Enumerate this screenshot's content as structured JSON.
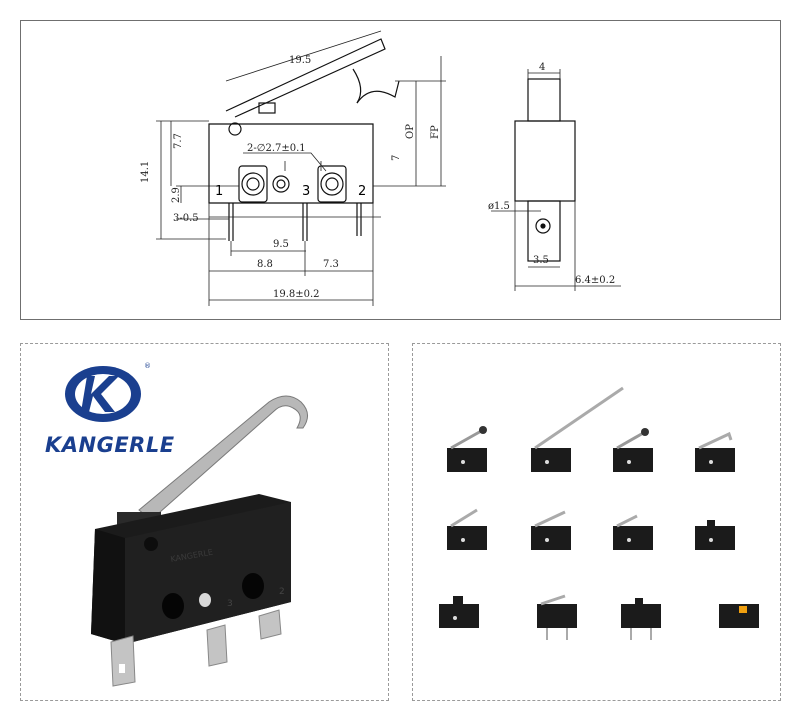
{
  "technical_drawing": {
    "dimensions": {
      "lever_length": "19.5",
      "height_total": "14.1",
      "upper_height": "7.7",
      "terminal_height": "2.9",
      "terminal_offset": "3-0.5",
      "inner_height": "7",
      "op_label": "OP",
      "fp_label": "FP",
      "hole_callout": "2-∅2.7±0.1",
      "terminal_pitch_outer": "9.5",
      "left_span": "8.8",
      "right_span": "7.3",
      "body_length": "19.8±0.2",
      "side_top_width": "4",
      "side_hole": "ø1.5",
      "side_hole_offset": "3.5",
      "side_width": "6.4±0.2"
    },
    "terminals": [
      "1",
      "3",
      "2"
    ]
  },
  "brand": {
    "name": "KANGERLE",
    "registered_mark": "®",
    "colors": {
      "logo_blue": "#1a3f8f",
      "body_black": "#1b1b1b"
    }
  },
  "product_photo": {
    "body_text": "KANGERLE",
    "terminal_marks": [
      "3",
      "2"
    ]
  },
  "variants_gallery": {
    "rows": [
      [
        "roller-lever",
        "long-lever",
        "roller-lever-short",
        "hook-lever"
      ],
      [
        "short-lever",
        "straight-lever",
        "small-lever",
        "plain-plunger"
      ],
      [
        "pin-plunger",
        "pcb-lever",
        "pcb-plunger",
        "orange-button"
      ]
    ]
  }
}
